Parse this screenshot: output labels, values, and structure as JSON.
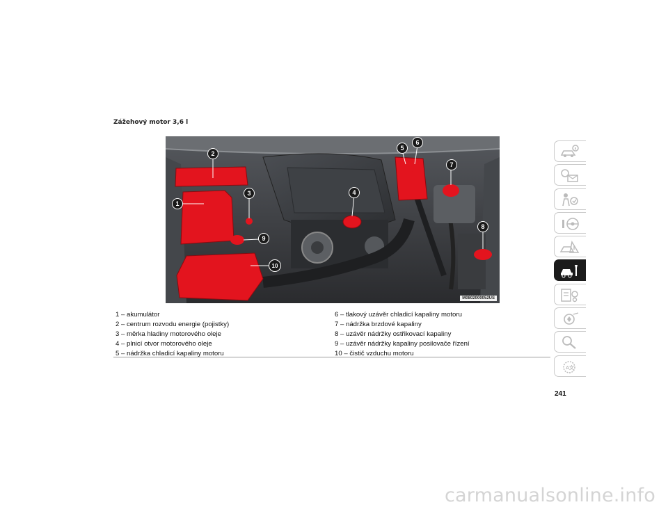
{
  "section_title": "Zážehový motor 3,6 l",
  "figure": {
    "ref_code": "M0802000052US",
    "callouts": [
      "1",
      "2",
      "3",
      "4",
      "5",
      "6",
      "7",
      "8",
      "9",
      "10"
    ],
    "highlight_color": "#e3141e"
  },
  "legend": {
    "left": [
      "1 – akumulátor",
      "2 – centrum rozvodu energie (pojistky)",
      "3 – měrka hladiny motorového oleje",
      "4 – plnicí otvor motorového oleje",
      "5 – nádržka chladicí kapaliny motoru"
    ],
    "right": [
      "6 – tlakový uzávěr chladicí kapaliny motoru",
      "7 – nádržka brzdové kapaliny",
      "8 – uzávěr nádržky ostřikovací kapaliny",
      "9 – uzávěr nádržky kapaliny posilovače řízení",
      "10 – čistič vzduchu motoru"
    ]
  },
  "tabs": [
    {
      "icon": "car-info-icon",
      "active": false
    },
    {
      "icon": "warning-lights-icon",
      "active": false
    },
    {
      "icon": "safety-icon",
      "active": false
    },
    {
      "icon": "steering-wheel-icon",
      "active": false
    },
    {
      "icon": "driving-icon",
      "active": false
    },
    {
      "icon": "car-service-icon",
      "active": true
    },
    {
      "icon": "maintenance-icon",
      "active": false
    },
    {
      "icon": "multimedia-icon",
      "active": false
    },
    {
      "icon": "search-icon",
      "active": false
    },
    {
      "icon": "language-icon",
      "active": false
    }
  ],
  "page_number": "241",
  "watermark": "carmanualsonline.info"
}
